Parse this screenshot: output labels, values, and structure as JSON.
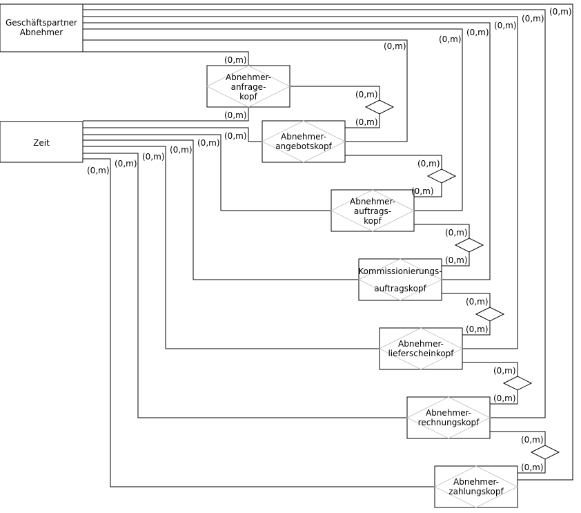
{
  "entities": {
    "geschaeftspartner": [
      "Geschäftspartner",
      "Abnehmer"
    ],
    "zeit": [
      "Zeit"
    ],
    "anfragekopf": [
      "Abnehmer-",
      "anfrage-",
      "kopf"
    ],
    "angebotskopf": [
      "Abnehmer-",
      "angebotskopf"
    ],
    "auftragskopf": [
      "Abnehmer-",
      "auftrags-",
      "kopf"
    ],
    "kommissionierungsauftragskopf": [
      "Kommissionierungs-",
      "auftragskopf"
    ],
    "lieferscheinkopf": [
      "Abnehmer-",
      "lieferscheinkopf"
    ],
    "rechnungskopf": [
      "Abnehmer-",
      "rechnungskopf"
    ],
    "zahlungskopf": [
      "Abnehmer-",
      "zahlungskopf"
    ]
  },
  "cardinality": "(0,m)"
}
